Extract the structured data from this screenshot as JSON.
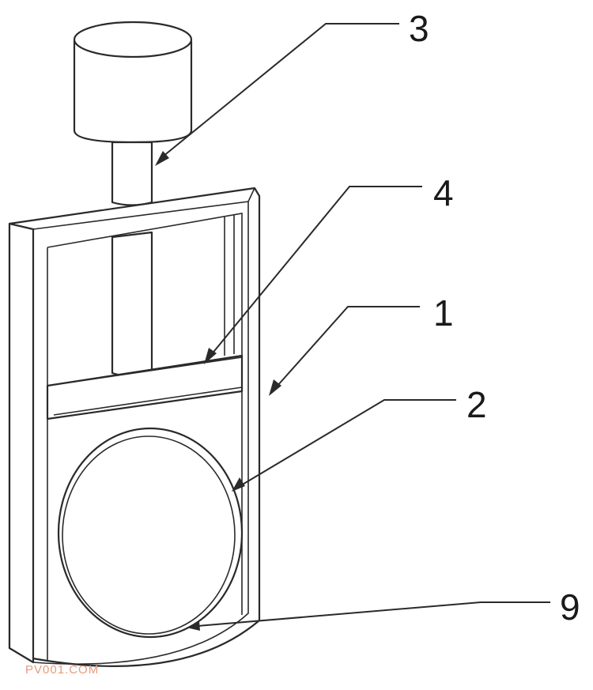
{
  "callouts": {
    "label_3": "3",
    "label_4": "4",
    "label_1": "1",
    "label_2": "2",
    "label_9": "9"
  },
  "watermark": "PV001.COM",
  "colors": {
    "line": "#2a2a2a",
    "background": "#ffffff",
    "watermark": "#e89a7c"
  }
}
